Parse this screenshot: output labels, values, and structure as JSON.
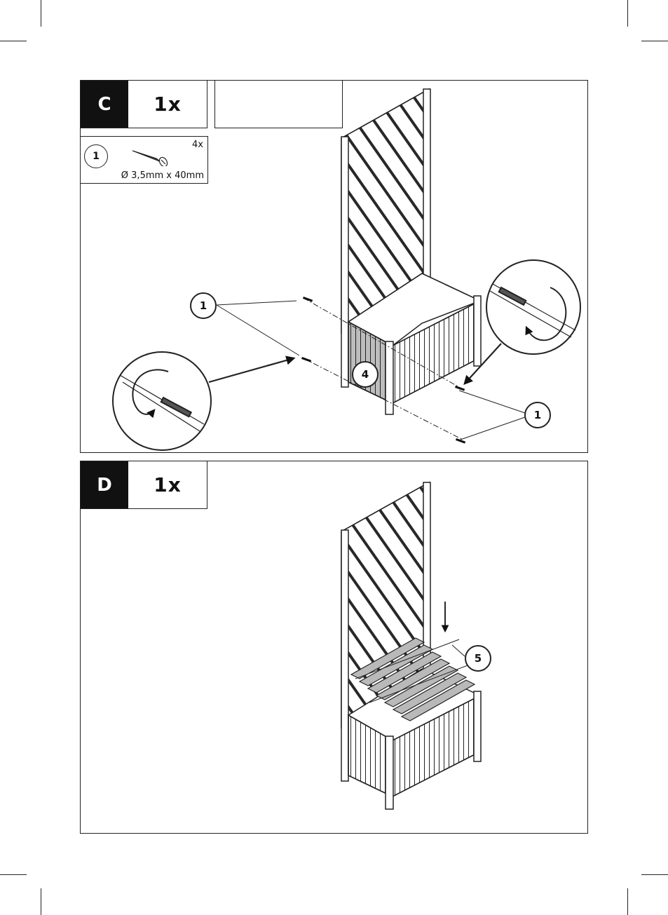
{
  "step_c": {
    "letter": "C",
    "quantity": "1x",
    "tool_icon": "screwdriver-icon",
    "part": {
      "number": "1",
      "quantity": "4x",
      "spec": "Ø 3,5mm x 40mm",
      "icon": "screw-icon"
    },
    "callouts": [
      "1",
      "1",
      "4"
    ]
  },
  "step_d": {
    "letter": "D",
    "quantity": "1x",
    "callouts": [
      "5"
    ]
  }
}
